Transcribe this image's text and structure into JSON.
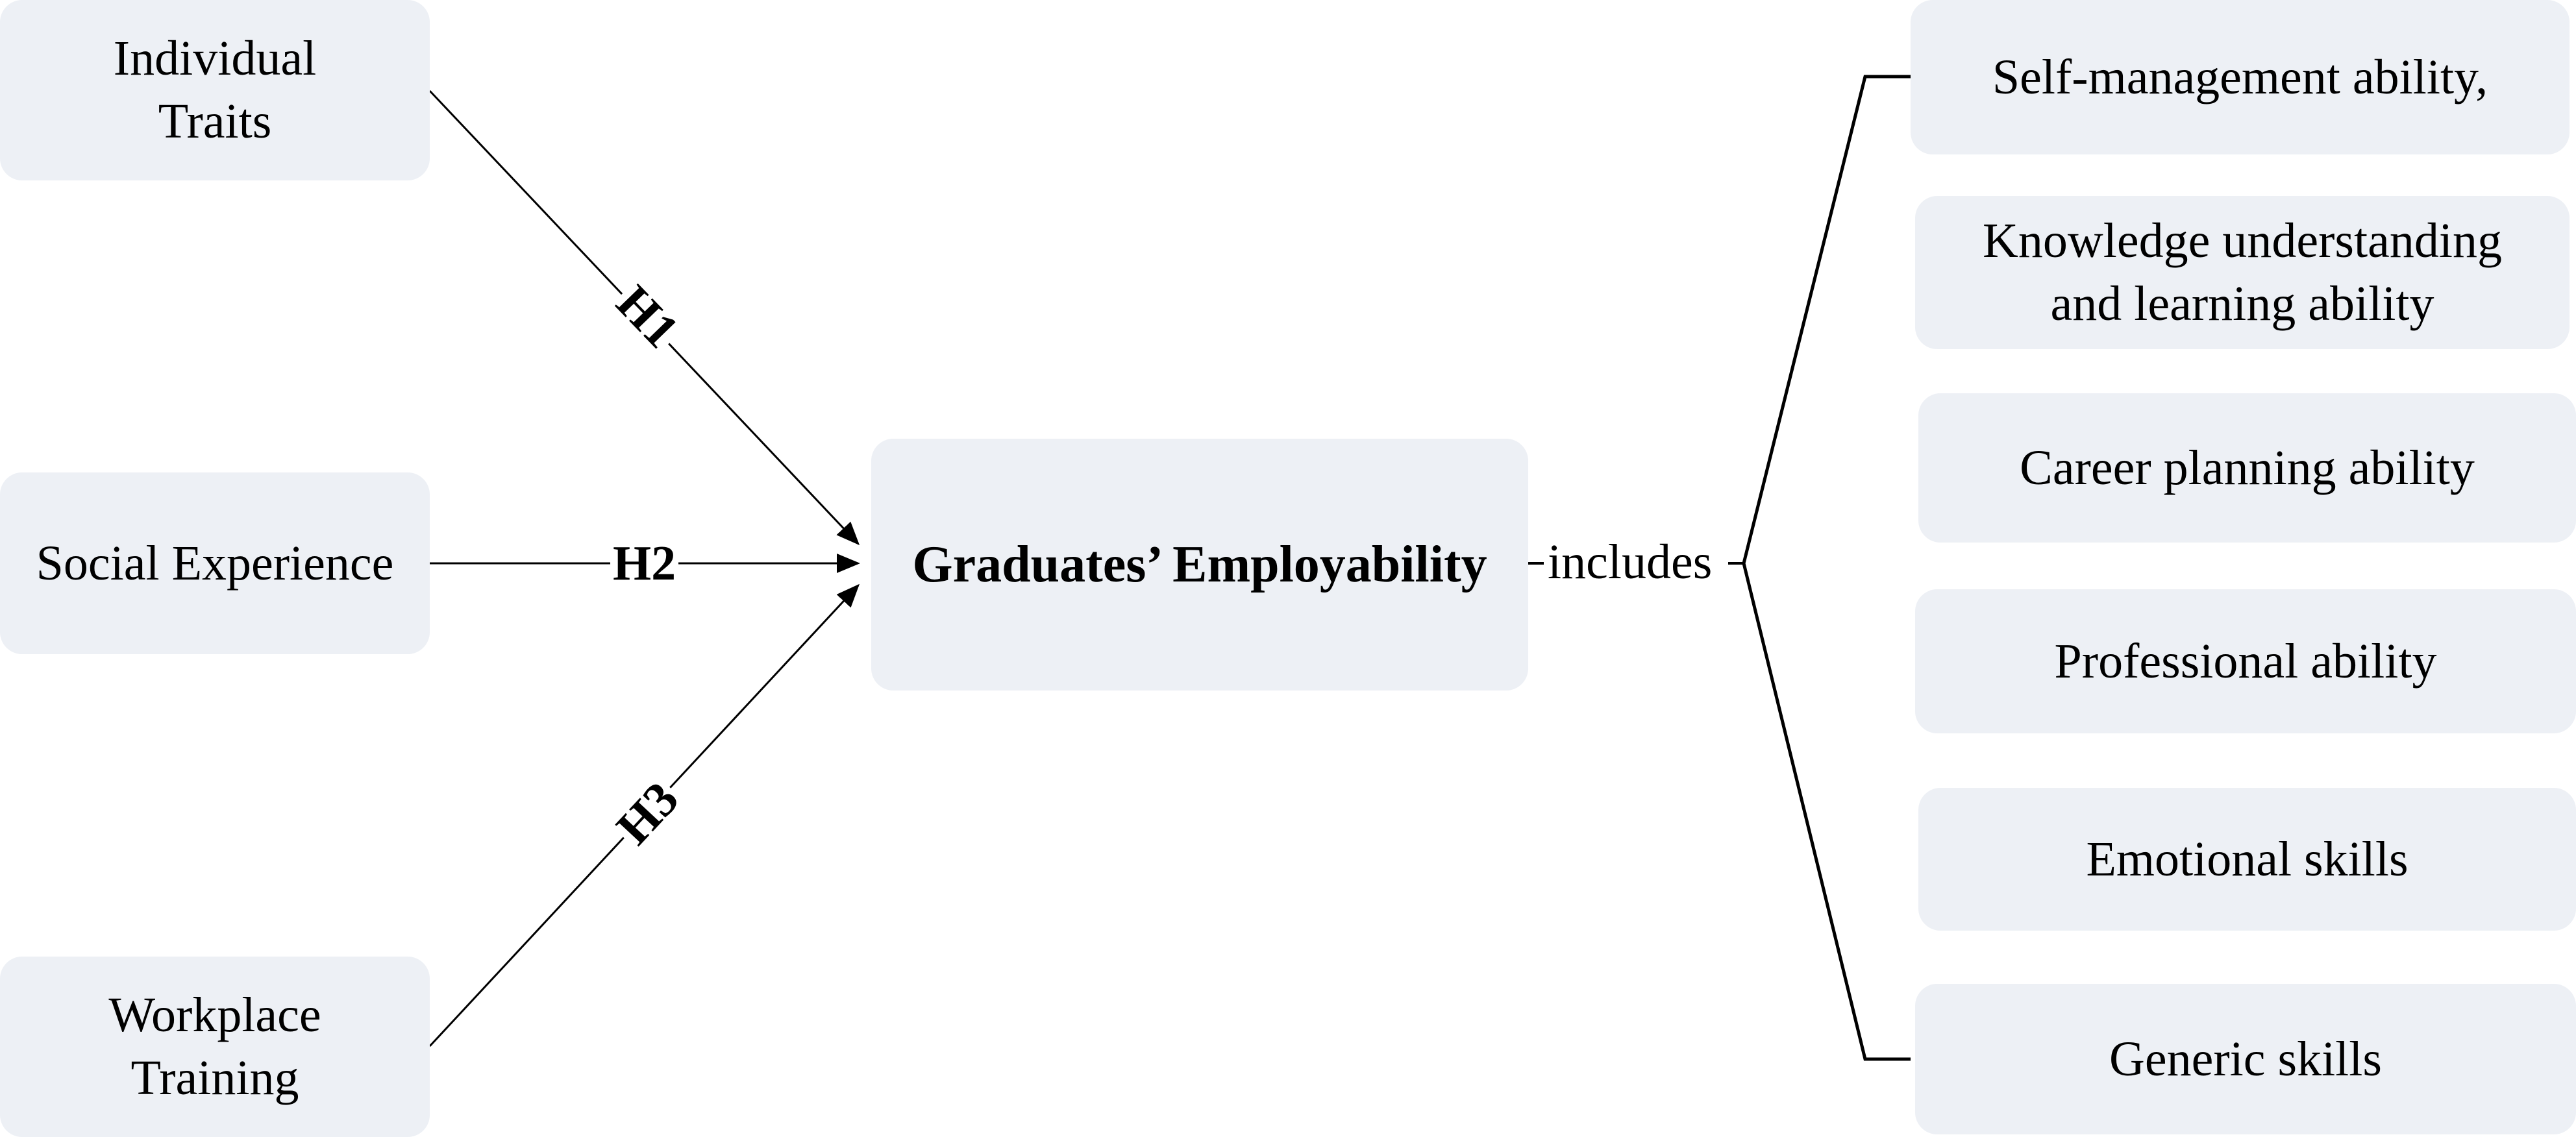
{
  "inputs": [
    {
      "line1": "Individual",
      "line2": "Traits"
    },
    {
      "line1": "Social Experience",
      "line2": ""
    },
    {
      "line1": "Workplace",
      "line2": "Training"
    }
  ],
  "hypotheses": [
    "H1",
    "H2",
    "H3"
  ],
  "center": {
    "label": "Graduates’ Employability"
  },
  "connector_label": "includes",
  "outputs": [
    {
      "line1": "Self-management ability,",
      "line2": ""
    },
    {
      "line1": "Knowledge understanding",
      "line2": "and learning ability"
    },
    {
      "line1": "Career planning ability",
      "line2": ""
    },
    {
      "line1": "Professional ability",
      "line2": ""
    },
    {
      "line1": "Emotional skills",
      "line2": ""
    },
    {
      "line1": "Generic skills",
      "line2": ""
    }
  ]
}
